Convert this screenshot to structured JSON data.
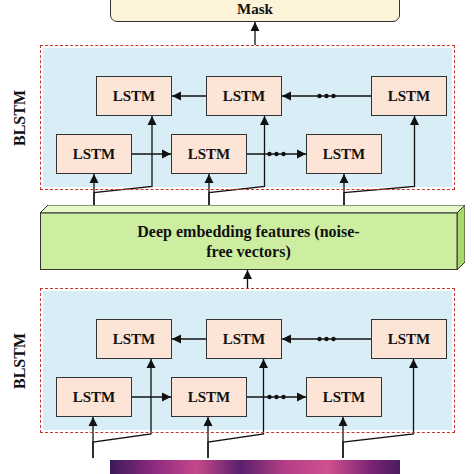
{
  "diagram": {
    "nodes": [
      {
        "text": [
          "Mask"
        ]
      },
      {
        "text": [
          "BLSTM"
        ]
      },
      {
        "text": [
          "LSTM"
        ],
        "in": 1
      },
      {
        "text": [
          "LSTM"
        ],
        "in": 1
      },
      {
        "text": [
          "LSTM"
        ],
        "in": 1
      },
      {
        "text": [
          "LSTM"
        ],
        "in": 1
      },
      {
        "text": [
          "LSTM"
        ],
        "in": 1
      },
      {
        "text": [
          "LSTM"
        ],
        "in": 1
      },
      {
        "text": [
          "Deep embedding features (noise-free vectors)"
        ]
      },
      {
        "text": [
          "BLSTM"
        ]
      },
      {
        "text": [
          "LSTM"
        ],
        "in": 9
      },
      {
        "text": [
          "LSTM"
        ],
        "in": 9
      },
      {
        "text": [
          "LSTM"
        ],
        "in": 9
      },
      {
        "text": [
          "LSTM"
        ],
        "in": 9
      },
      {
        "text": [
          "LSTM"
        ],
        "in": 9
      },
      {
        "text": [
          "LSTM"
        ],
        "in": 9
      }
    ],
    "edges": [
      {
        "from": 1,
        "to": 0,
        "arrow": "to"
      },
      {
        "from": 4,
        "to": 3,
        "arrow": "to"
      },
      {
        "from": 3,
        "to": 2,
        "arrow": "to"
      },
      {
        "from": 5,
        "to": 6,
        "arrow": "to"
      },
      {
        "from": 6,
        "to": 7,
        "arrow": "to"
      },
      {
        "from": 8,
        "to": 5,
        "arrow": "to"
      },
      {
        "from": 8,
        "to": 2,
        "arrow": "to"
      },
      {
        "from": 8,
        "to": 6,
        "arrow": "to"
      },
      {
        "from": 8,
        "to": 3,
        "arrow": "to"
      },
      {
        "from": 8,
        "to": 7,
        "arrow": "to"
      },
      {
        "from": 8,
        "to": 4,
        "arrow": "to"
      },
      {
        "from": 9,
        "to": 8,
        "arrow": "to"
      },
      {
        "from": 12,
        "to": 11,
        "arrow": "to"
      },
      {
        "from": 11,
        "to": 10,
        "arrow": "to"
      },
      {
        "from": 13,
        "to": 14,
        "arrow": "to"
      },
      {
        "from": 14,
        "to": 15,
        "arrow": "to"
      }
    ]
  }
}
